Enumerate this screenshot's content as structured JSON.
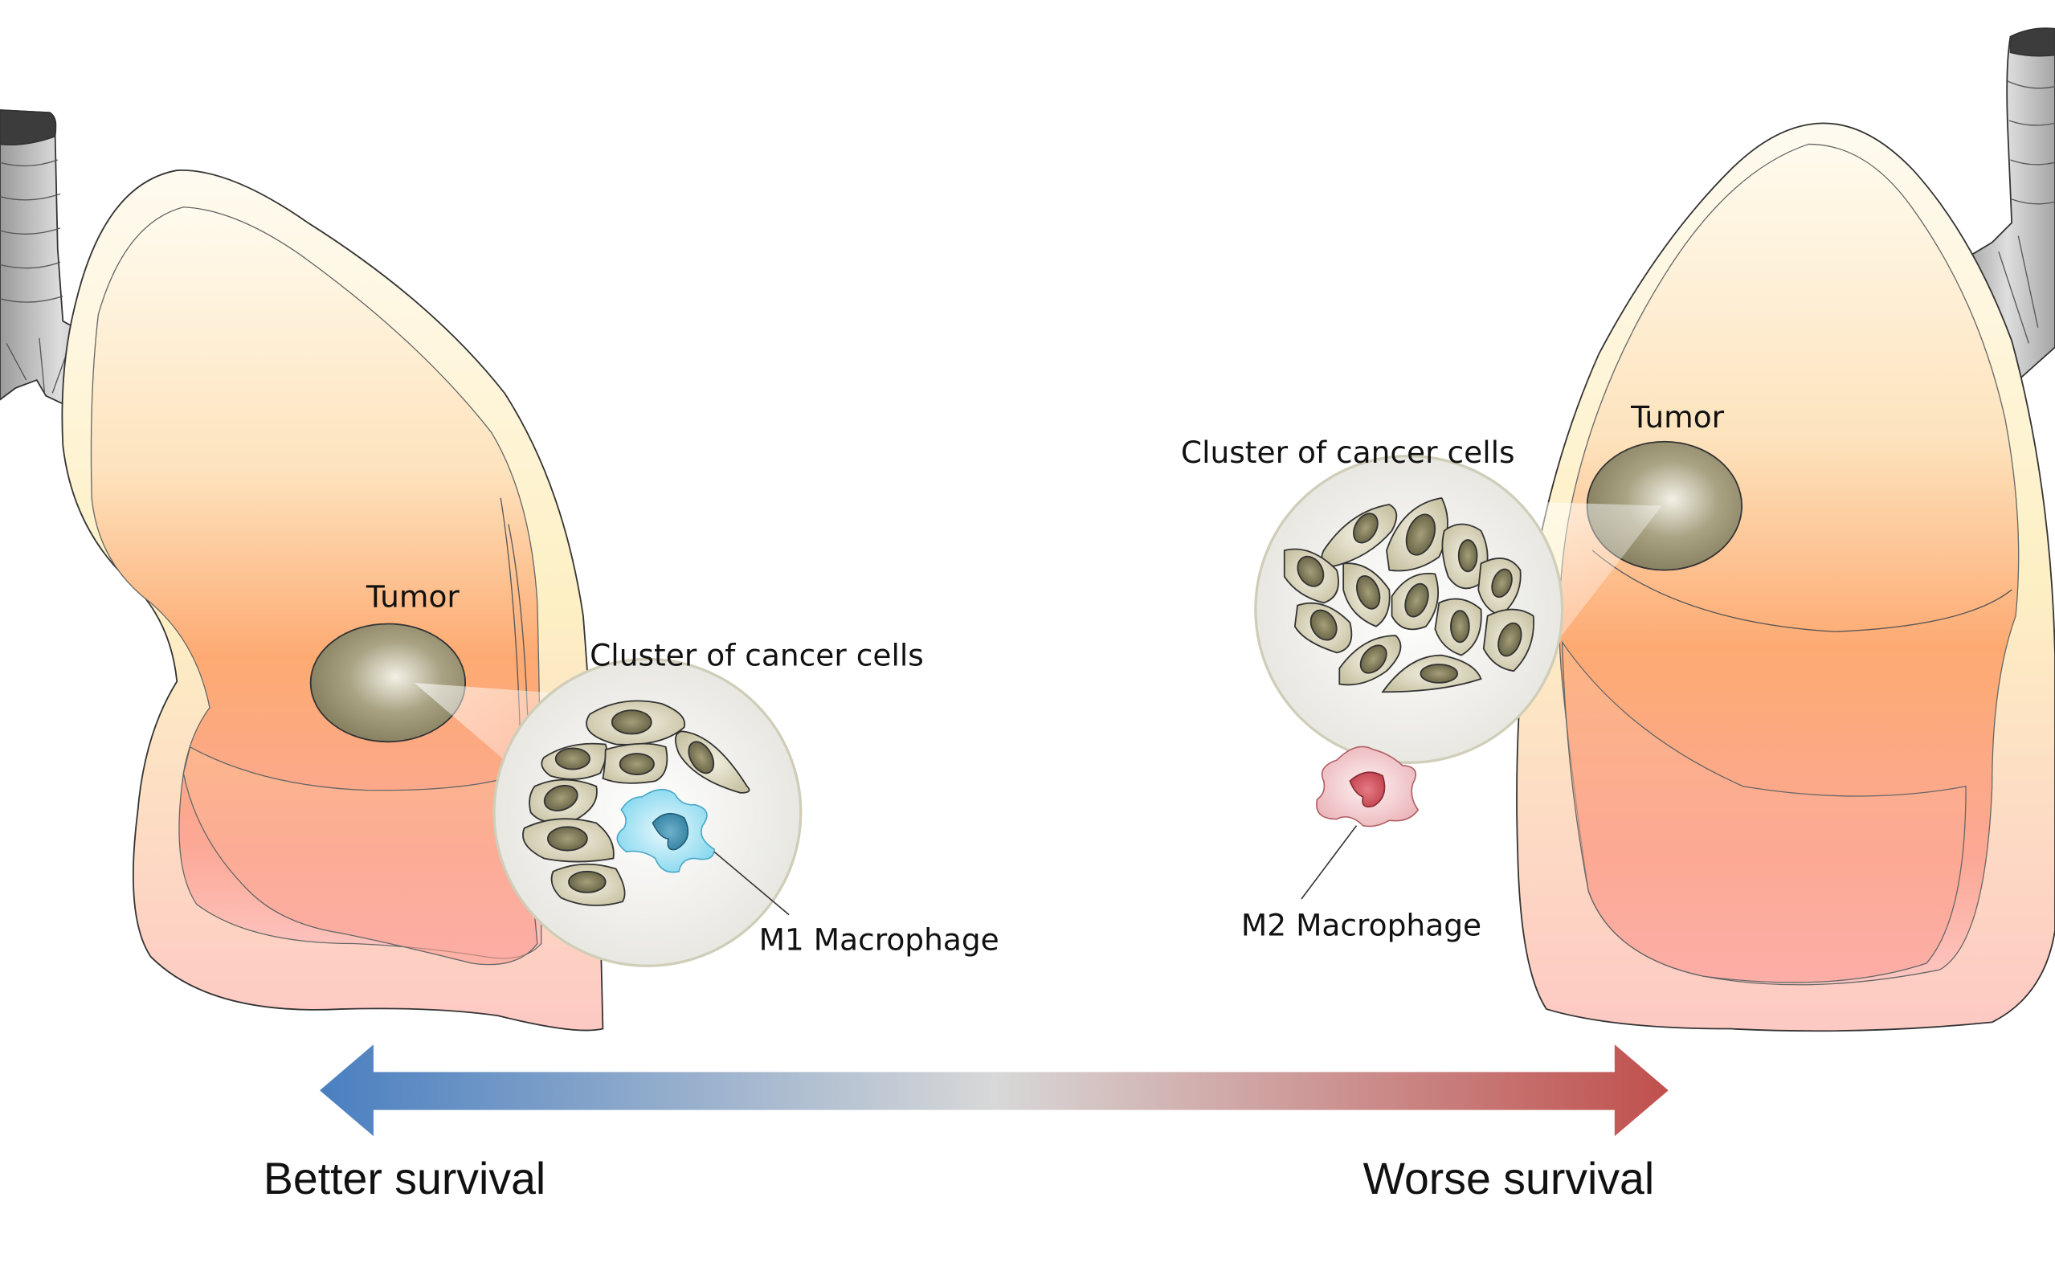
{
  "figure": {
    "description": "Tumor-associated macrophage polarization in lung cancer and survival",
    "left_panel": {
      "tumor_label": "Tumor",
      "cluster_label": "Cluster of cancer cells",
      "macrophage_label": "M1 Macrophage",
      "macrophage_color": "#7fd6ee",
      "macrophage_nucleus_color": "#2f7f9e"
    },
    "right_panel": {
      "tumor_label": "Tumor",
      "cluster_label": "Cluster of cancer cells",
      "macrophage_label": "M2 Macrophage",
      "macrophage_color": "#f2c4c8",
      "macrophage_nucleus_color": "#c0404c"
    },
    "survival_scale": {
      "left_label": "Better survival",
      "right_label": "Worse survival",
      "left_color": "#4a7fc0",
      "mid_color": "#d8d8d8",
      "right_color": "#c0504d"
    },
    "colors": {
      "lung_top": "#fdf3d8",
      "lung_mid": "#fdb57f",
      "lung_bottom": "#fcc0c0",
      "tumor": "#8c8667",
      "cell_body": "#d4cfb4",
      "cell_nucleus": "#6e6a4c",
      "trachea": "#b8b8b8"
    }
  }
}
